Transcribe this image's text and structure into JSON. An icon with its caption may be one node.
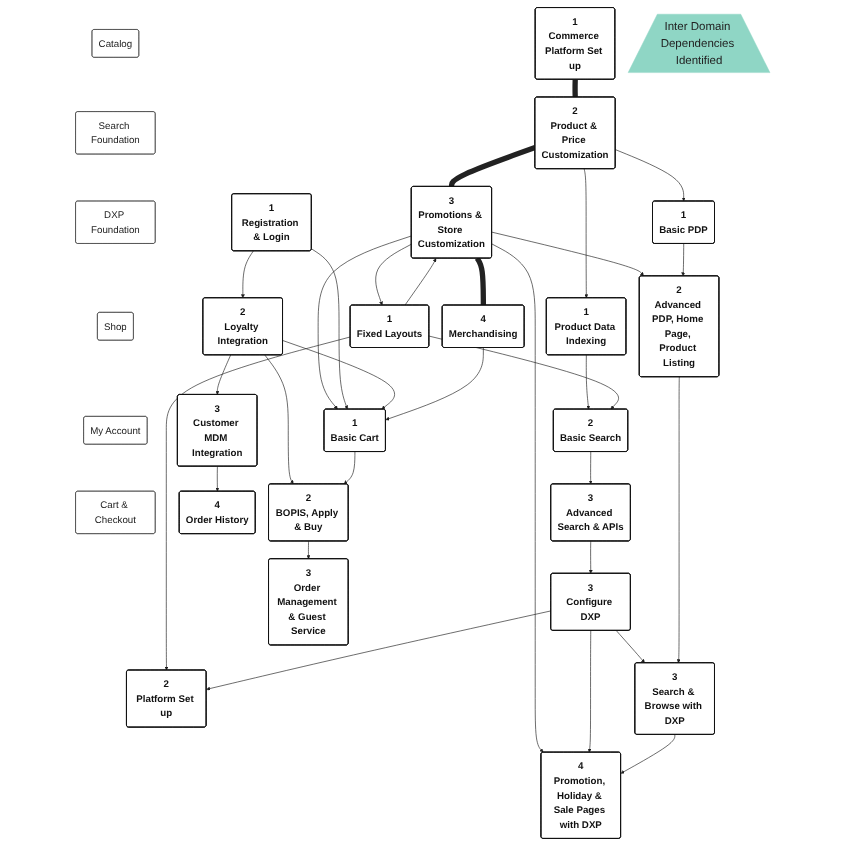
{
  "diagram": {
    "nodes": [
      {
        "text": [
          "Catalog"
        ]
      },
      {
        "text": [
          "Search Foundation"
        ]
      },
      {
        "text": [
          "DXP Foundation"
        ]
      },
      {
        "text": [
          "Shop"
        ]
      },
      {
        "text": [
          "My Account"
        ]
      },
      {
        "text": [
          "Cart & Checkout"
        ]
      },
      {
        "text": [
          "1",
          "Commerce Platform Set up"
        ]
      },
      {
        "text": [
          "2",
          "Product & Price Customization"
        ]
      },
      {
        "text": [
          "3",
          "Promotions & Store Customization"
        ]
      },
      {
        "text": [
          "4",
          "Merchandising"
        ]
      },
      {
        "text": [
          "1",
          "Product Data Indexing"
        ]
      },
      {
        "text": [
          "2",
          "Basic Search"
        ]
      },
      {
        "text": [
          "3",
          "Advanced Search & APIs"
        ]
      },
      {
        "text": [
          "1",
          "Fixed Layouts"
        ]
      },
      {
        "text": [
          "2",
          "Platform Set up"
        ]
      },
      {
        "text": [
          "3",
          "Configure DXP"
        ]
      },
      {
        "text": [
          "1",
          "Basic PDP"
        ]
      },
      {
        "text": [
          "2",
          "Advanced PDP, Home Page, Product Listing"
        ]
      },
      {
        "text": [
          "3",
          "Search & Browse with DXP"
        ]
      },
      {
        "text": [
          "4",
          "Promotion, Holiday & Sale Pages with DXP"
        ]
      },
      {
        "text": [
          "1",
          "Registration & Login"
        ]
      },
      {
        "text": [
          "2",
          "Loyalty Integration"
        ]
      },
      {
        "text": [
          "3",
          "Customer MDM Integration"
        ]
      },
      {
        "text": [
          "4",
          "Order History"
        ]
      },
      {
        "text": [
          "1",
          "Basic Cart"
        ]
      },
      {
        "text": [
          "2",
          "BOPIS, Apply & Buy"
        ]
      },
      {
        "text": [
          "3",
          "Order Management & Guest Service"
        ]
      },
      {
        "text": [
          "Inter Domain Dependencies Identified"
        ]
      }
    ],
    "edges": [
      {
        "from": 6,
        "to": 7,
        "arrow": "none",
        "style": "thick"
      },
      {
        "from": 7,
        "to": 8,
        "arrow": "none",
        "style": "thick"
      },
      {
        "from": 8,
        "to": 9,
        "arrow": "none",
        "style": "thick"
      },
      {
        "from": 7,
        "to": 10,
        "arrow": "to"
      },
      {
        "from": 7,
        "to": 16,
        "arrow": "to"
      },
      {
        "from": 10,
        "to": 11,
        "arrow": "to"
      },
      {
        "from": 11,
        "to": 12,
        "arrow": "to"
      },
      {
        "from": 13,
        "to": 11,
        "arrow": "to"
      },
      {
        "from": 13,
        "to": 8,
        "arrow": "to"
      },
      {
        "from": 13,
        "to": 14,
        "arrow": "to"
      },
      {
        "from": 15,
        "to": 14,
        "arrow": "to"
      },
      {
        "from": 8,
        "to": 13,
        "arrow": "to"
      },
      {
        "from": 12,
        "to": 15,
        "arrow": "to"
      },
      {
        "from": 8,
        "to": 17,
        "arrow": "to"
      },
      {
        "from": 8,
        "to": 24,
        "arrow": "to"
      },
      {
        "from": 8,
        "to": 19,
        "arrow": "to"
      },
      {
        "from": 15,
        "to": 18,
        "arrow": "to"
      },
      {
        "from": 15,
        "to": 19,
        "arrow": "to"
      },
      {
        "from": 16,
        "to": 17,
        "arrow": "to"
      },
      {
        "from": 17,
        "to": 18,
        "arrow": "to"
      },
      {
        "from": 18,
        "to": 19,
        "arrow": "to"
      },
      {
        "from": 20,
        "to": 21,
        "arrow": "to"
      },
      {
        "from": 21,
        "to": 22,
        "arrow": "to"
      },
      {
        "from": 22,
        "to": 23,
        "arrow": "to"
      },
      {
        "from": 20,
        "to": 24,
        "arrow": "to"
      },
      {
        "from": 21,
        "to": 24,
        "arrow": "to"
      },
      {
        "from": 21,
        "to": 25,
        "arrow": "to"
      },
      {
        "from": 24,
        "to": 25,
        "arrow": "to"
      },
      {
        "from": 25,
        "to": 26,
        "arrow": "to"
      },
      {
        "from": 9,
        "to": 24,
        "arrow": "to"
      }
    ]
  }
}
